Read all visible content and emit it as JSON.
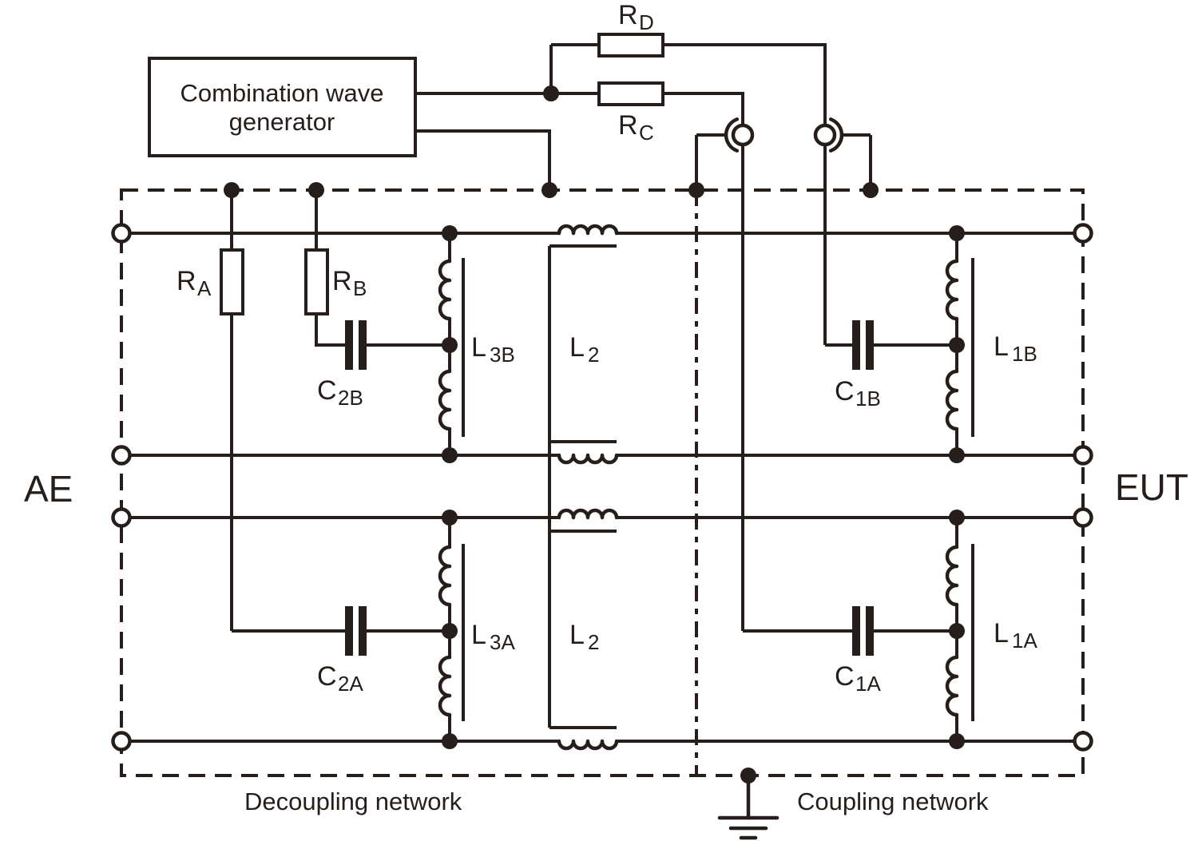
{
  "colors": {
    "ink": "#261e1a",
    "paper": "#ffffff"
  },
  "generator": {
    "line1": "Combination wave",
    "line2": "generator"
  },
  "sides": {
    "left": "AE",
    "right": "EUT"
  },
  "sections": {
    "decoupling": "Decoupling network",
    "coupling": "Coupling network"
  },
  "components": {
    "rd": {
      "base": "R",
      "sub": "D"
    },
    "rc": {
      "base": "R",
      "sub": "C"
    },
    "ra": {
      "base": "R",
      "sub": "A"
    },
    "rb": {
      "base": "R",
      "sub": "B"
    },
    "c2b": {
      "base": "C",
      "sub": "2B"
    },
    "c2a": {
      "base": "C",
      "sub": "2A"
    },
    "c1b": {
      "base": "C",
      "sub": "1B"
    },
    "c1a": {
      "base": "C",
      "sub": "1A"
    },
    "l3b": {
      "base": "L",
      "sub": "3B"
    },
    "l3a": {
      "base": "L",
      "sub": "3A"
    },
    "l2_top": {
      "base": "L",
      "sub": "2"
    },
    "l2_bottom": {
      "base": "L",
      "sub": "2"
    },
    "l1b": {
      "base": "L",
      "sub": "1B"
    },
    "l1a": {
      "base": "L",
      "sub": "1A"
    }
  }
}
